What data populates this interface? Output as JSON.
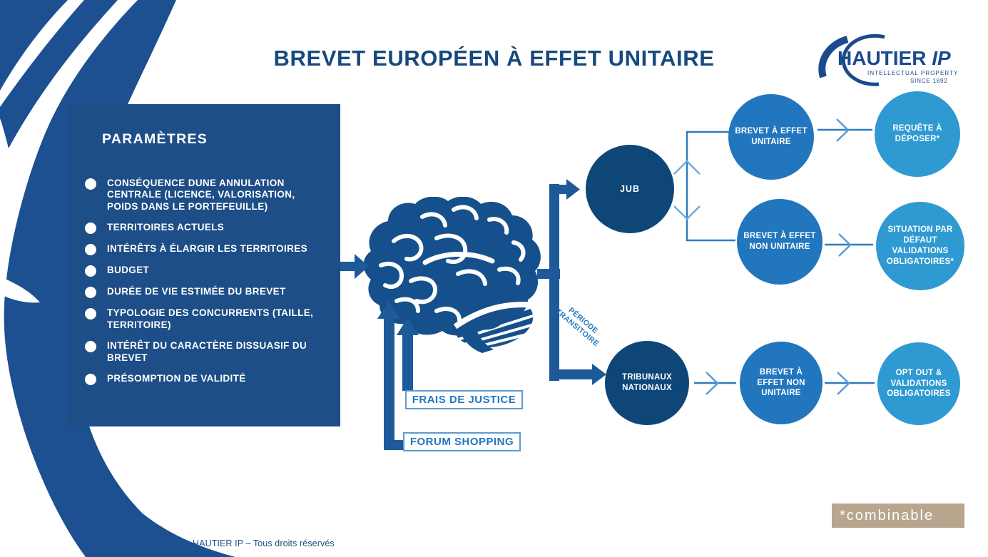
{
  "title": "BREVET EUROPÉEN À EFFET UNITAIRE",
  "logo": {
    "name": "HAUTIER",
    "suffix": "IP",
    "tagline": "INTELLECTUAL PROPERTY",
    "since": "SINCE 1892"
  },
  "panel": {
    "heading": "PARAMÈTRES",
    "items": [
      "CONSÉQUENCE DUNE ANNULATION CENTRALE (LICENCE, VALORISATION, POIDS DANS LE PORTEFEUILLE)",
      "TERRITOIRES ACTUELS",
      "INTÉRÊTS À ÉLARGIR LES TERRITOIRES",
      "BUDGET",
      "DURÉE DE VIE ESTIMÉE DU BREVET",
      "TYPOLOGIE DES CONCURRENTS (TAILLE, TERRITOIRE)",
      "INTÉRÊT DU CARACTÈRE DISSUASIF DU BREVET",
      "PRÉSOMPTION DE VALIDITÉ"
    ]
  },
  "inputs": {
    "frais": "FRAIS DE JUSTICE",
    "forum": "FORUM SHOPPING"
  },
  "flow": {
    "jub": "JUB",
    "tribunaux": "TRIBUNAUX NATIONAUX",
    "periode": "PÉRIODE TRANSITOIRE",
    "unitaire": "BREVET À EFFET UNITAIRE",
    "non_unitaire": "BREVET À EFFET NON UNITAIRE",
    "requete": "REQUÊTE À DÉPOSER*",
    "situation": "SITUATION PAR DÉFAUT VALIDATIONS OBLIGATOIRES*",
    "non_unitaire_2": "BREVET À EFFET NON UNITAIRE",
    "optout": "OPT OUT & VALIDATIONS OBLIGATOIRES"
  },
  "footnote": "*combinable",
  "footer": "HAUTIER IP – Tous droits réservés",
  "colors": {
    "navy_circle": "#0e4678",
    "mid_circle": "#2176bd",
    "light_circle": "#2f9ad2",
    "panel_blue": "#1d4e87",
    "swoosh_blue": "#1c5090",
    "connector_blue": "#1e5a99",
    "thin_arrow_blue": "#2e7bc0",
    "badge_tan": "#b9a58e",
    "title_navy": "#17497e"
  }
}
